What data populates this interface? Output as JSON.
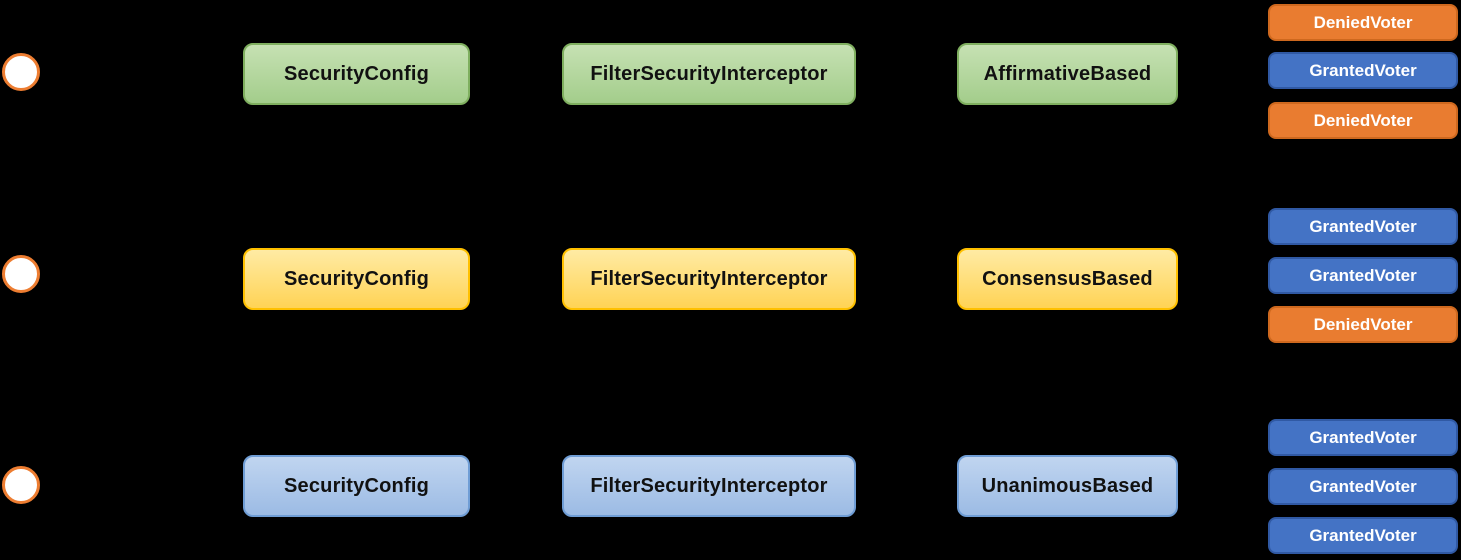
{
  "palette": {
    "background": "#000000",
    "actor_fill": "#FFFFFF",
    "actor_border": "#ED7D31",
    "green_fill_top": "#C6E1B3",
    "green_fill_bottom": "#A3CD8B",
    "green_border": "#7FAF5F",
    "yellow_fill_top": "#FFEBA4",
    "yellow_fill_bottom": "#FFD355",
    "yellow_border": "#FFC000",
    "blue_fill_top": "#C0D5F0",
    "blue_fill_bottom": "#9CBBE4",
    "blue_border": "#6F9DD5",
    "voter_denied_fill": "#E97C30",
    "voter_denied_border": "#CE681E",
    "voter_granted_fill": "#4473C5",
    "voter_granted_border": "#3059A4",
    "classbox_text": "#111111",
    "voter_text": "#FFFFFF"
  },
  "rows": [
    {
      "theme": "green",
      "boxes": [
        {
          "label": "SecurityConfig"
        },
        {
          "label": "FilterSecurityInterceptor"
        },
        {
          "label": "AffirmativeBased"
        }
      ],
      "voters": [
        {
          "label": "DeniedVoter",
          "result": "denied"
        },
        {
          "label": "GrantedVoter",
          "result": "granted"
        },
        {
          "label": "DeniedVoter",
          "result": "denied"
        }
      ]
    },
    {
      "theme": "yellow",
      "boxes": [
        {
          "label": "SecurityConfig"
        },
        {
          "label": "FilterSecurityInterceptor"
        },
        {
          "label": "ConsensusBased"
        }
      ],
      "voters": [
        {
          "label": "GrantedVoter",
          "result": "granted"
        },
        {
          "label": "GrantedVoter",
          "result": "granted"
        },
        {
          "label": "DeniedVoter",
          "result": "denied"
        }
      ]
    },
    {
      "theme": "blue",
      "boxes": [
        {
          "label": "SecurityConfig"
        },
        {
          "label": "FilterSecurityInterceptor"
        },
        {
          "label": "UnanimousBased"
        }
      ],
      "voters": [
        {
          "label": "GrantedVoter",
          "result": "granted"
        },
        {
          "label": "GrantedVoter",
          "result": "granted"
        },
        {
          "label": "GrantedVoter",
          "result": "granted"
        }
      ]
    }
  ]
}
